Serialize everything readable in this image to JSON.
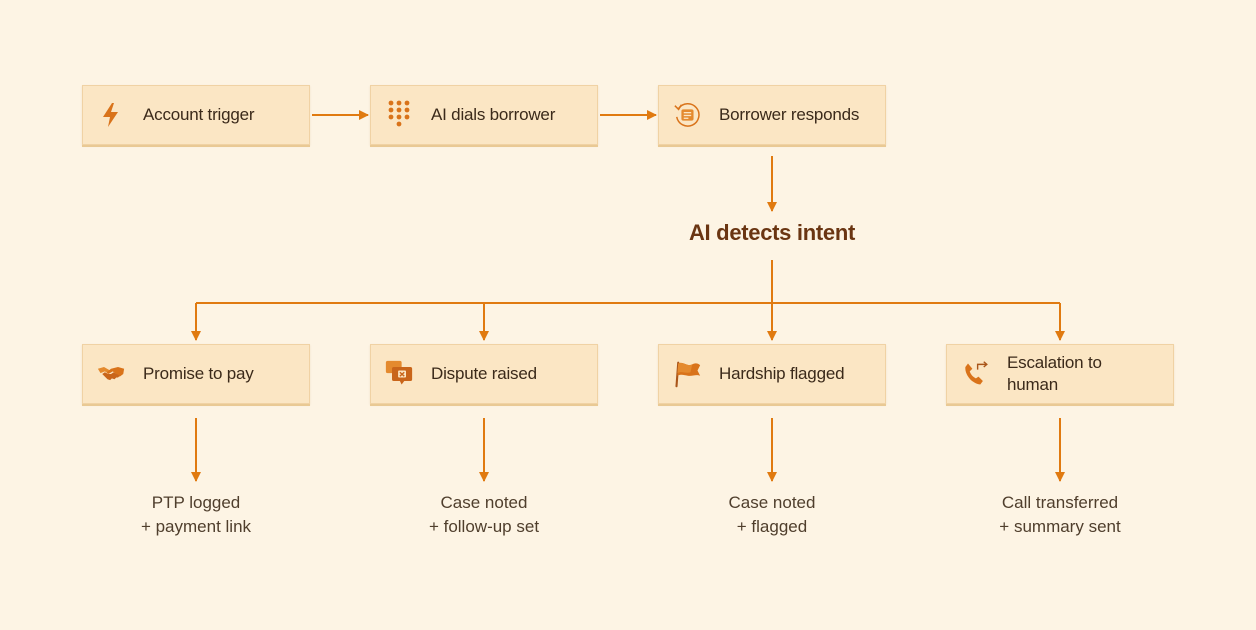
{
  "colors": {
    "background": "#fdf4e4",
    "node_fill": "#fbe6c4",
    "accent": "#e07a10",
    "decision_text": "#6a3512"
  },
  "steps": [
    {
      "label": "Account trigger",
      "icon": "lightning-bolt-icon"
    },
    {
      "label": "AI dials borrower",
      "icon": "dial-pad-icon"
    },
    {
      "label": "Borrower responds",
      "icon": "message-reply-icon"
    }
  ],
  "decision": {
    "label": "AI detects intent"
  },
  "branches": [
    {
      "label": "Promise to pay",
      "icon": "handshake-icon",
      "outcome_line1": "PTP logged",
      "outcome_line2": "+ payment link"
    },
    {
      "label": "Dispute raised",
      "icon": "dispute-chat-icon",
      "outcome_line1": "Case noted",
      "outcome_line2": "+ follow-up set"
    },
    {
      "label": "Hardship flagged",
      "icon": "flag-icon",
      "outcome_line1": "Case noted",
      "outcome_line2": "+ flagged"
    },
    {
      "label": "Escalation to human",
      "icon": "phone-transfer-icon",
      "outcome_line1": "Call transferred",
      "outcome_line2": "+ summary sent"
    }
  ]
}
